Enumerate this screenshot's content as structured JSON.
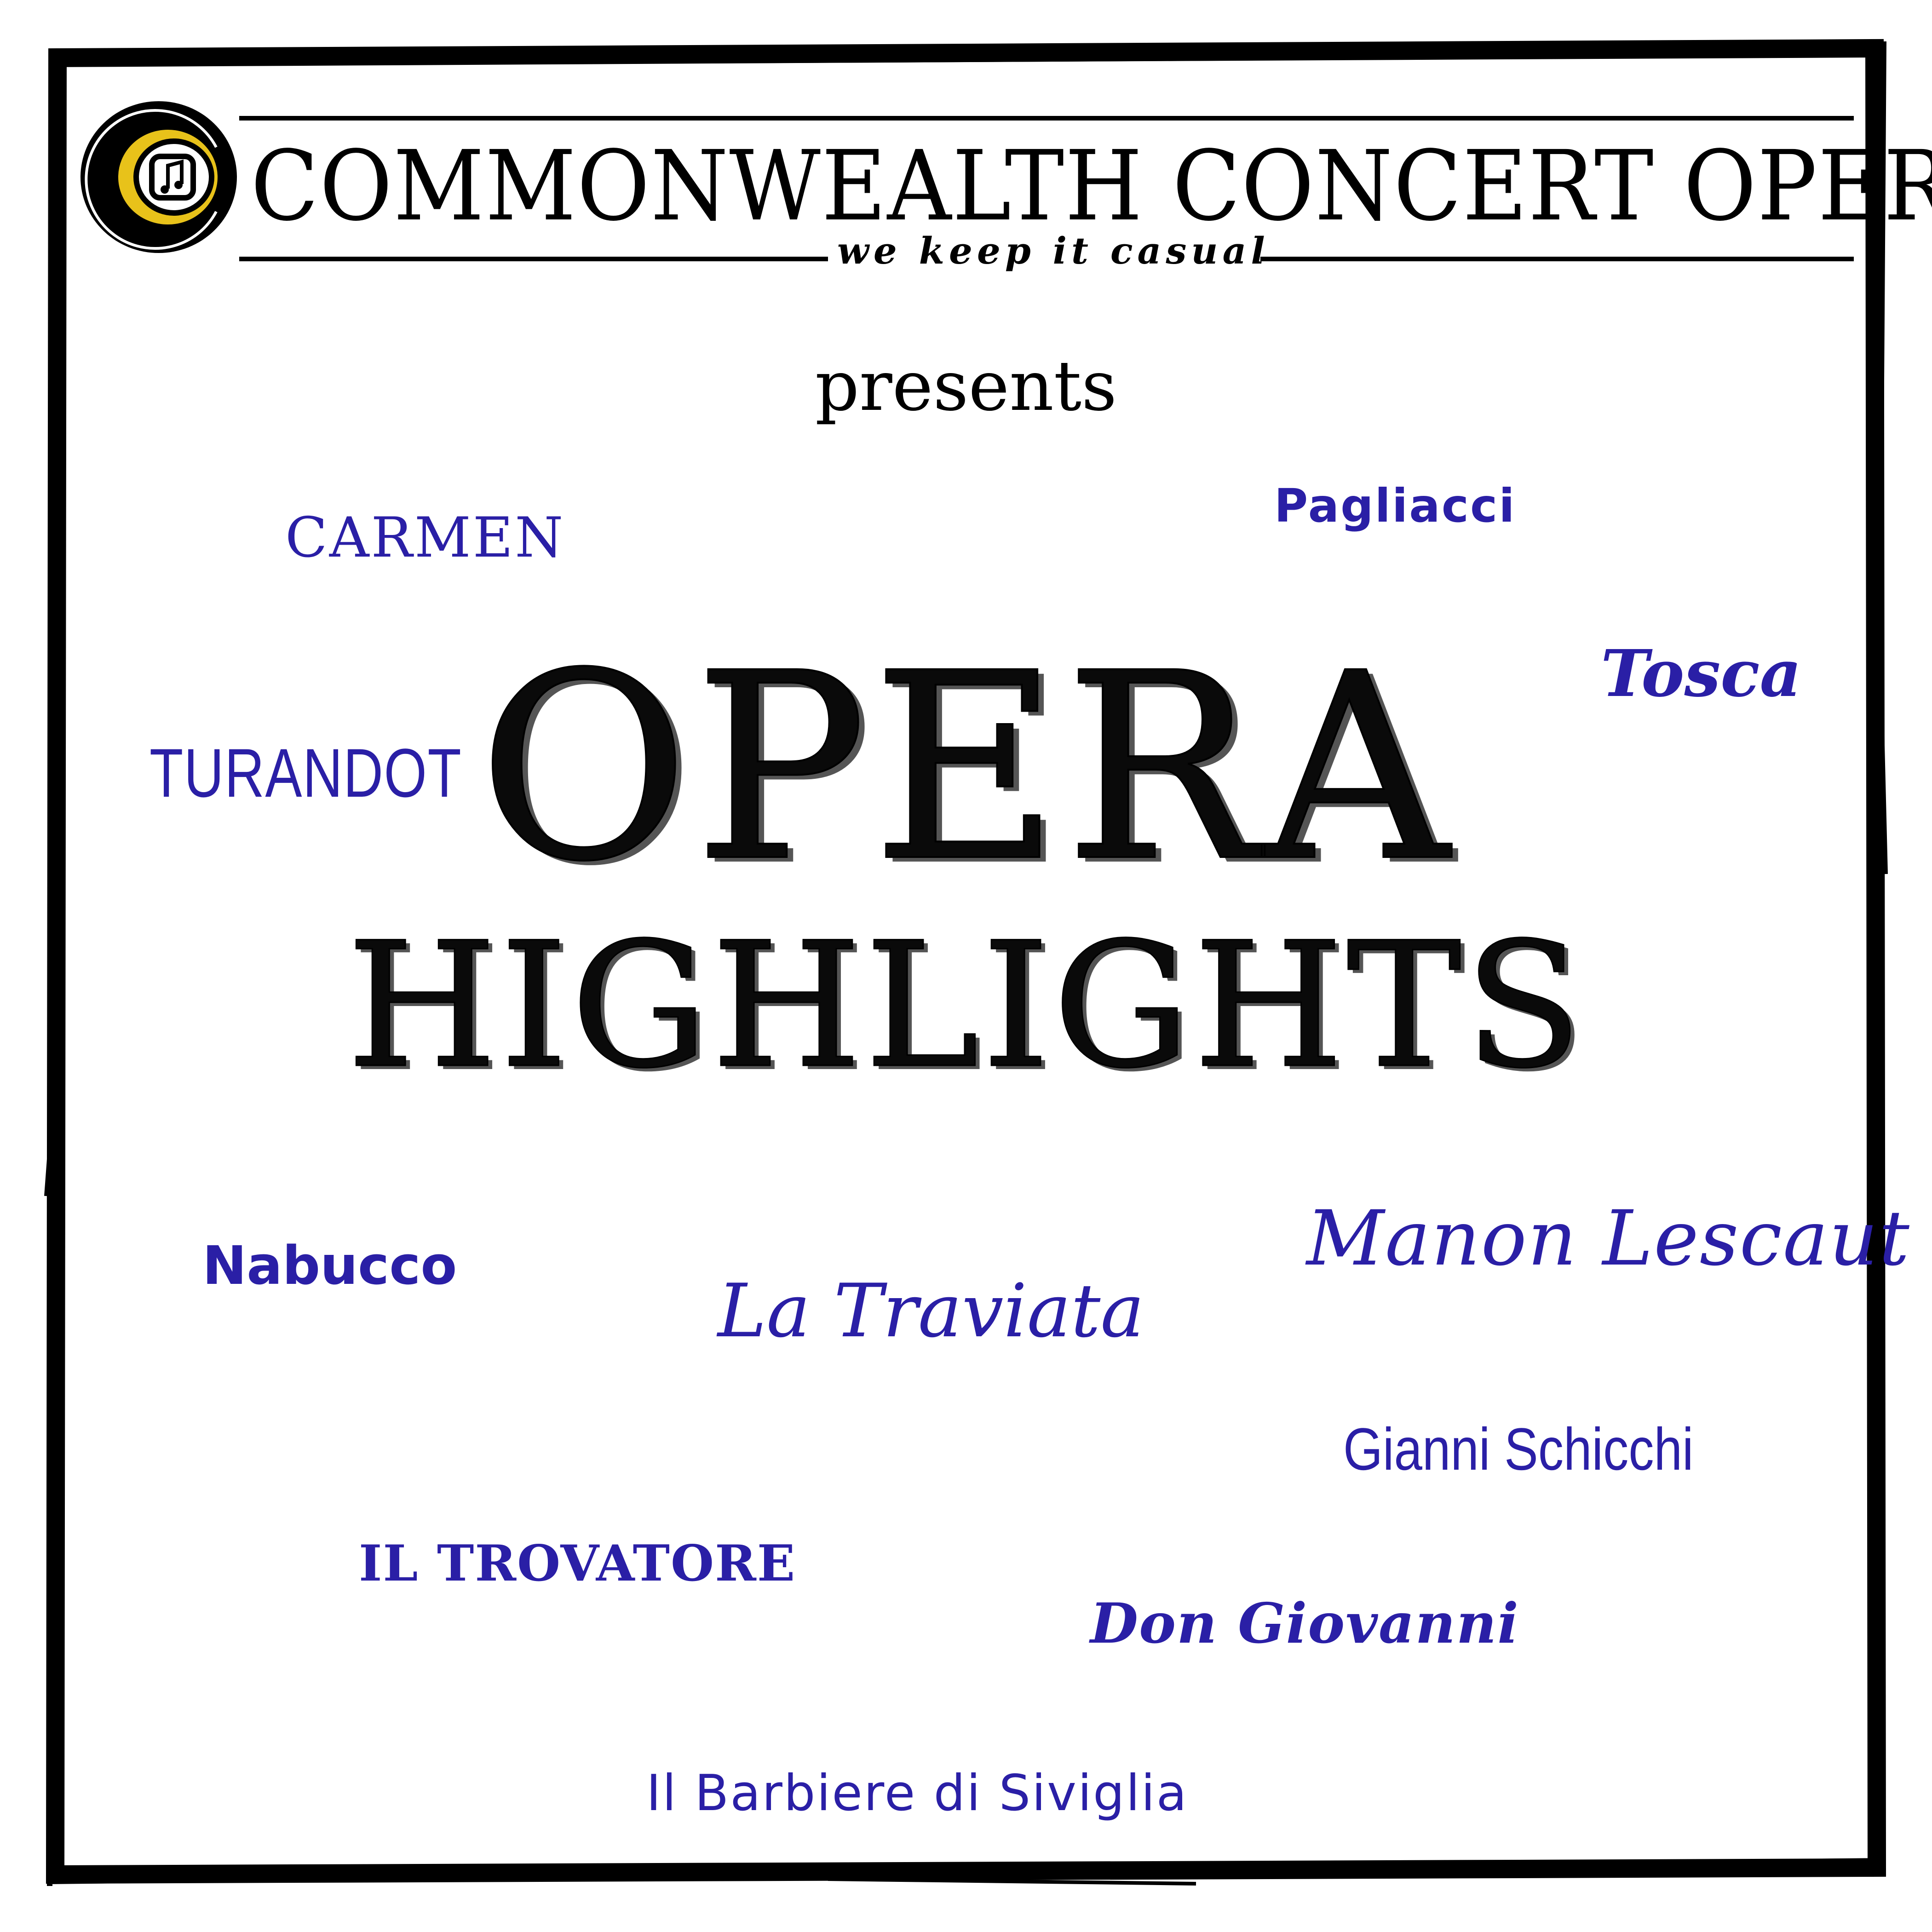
{
  "brand": {
    "name": "COMMONWEALTH CONCERT OPERA",
    "tagline": "we keep it casual",
    "logo_icon": "music-note-cc-logo-icon"
  },
  "presents": "presents",
  "title": {
    "line1": "OPERA",
    "line2": "HIGHLIGHTS"
  },
  "operas": {
    "carmen": "CARMEN",
    "pagliacci": "Pagliacci",
    "tosca": "Tosca",
    "turandot": "TURANDOT",
    "nabucco": "Nabucco",
    "la_traviata": "La Traviata",
    "manon_lescaut": "Manon Lescaut",
    "gianni_schicchi": "Gianni Schicchi",
    "il_trovatore": "IL TROVATORE",
    "don_giovanni": "Don Giovanni",
    "il_barbiere": "Il Barbiere di Siviglia"
  },
  "colors": {
    "opera_names": "#2a1fa6",
    "logo_gold": "#e8c21a",
    "ink": "#000000",
    "background": "#ffffff"
  }
}
